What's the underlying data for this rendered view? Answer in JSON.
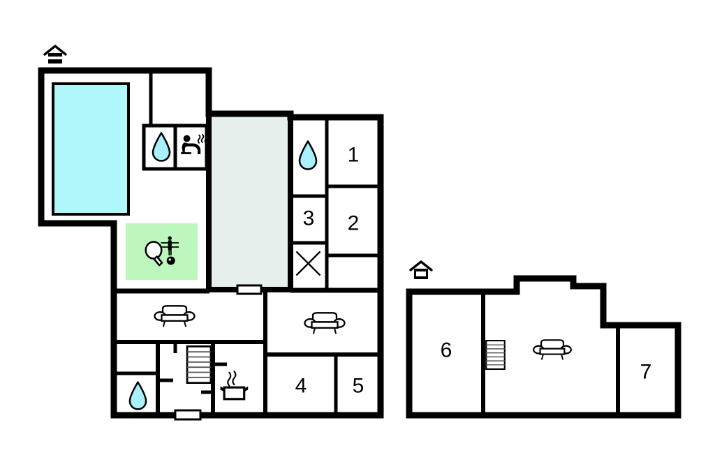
{
  "plan": {
    "title": "Holiday house floor plan",
    "background_color": "#ffffff",
    "wall_color": "#000000",
    "pool_color": "#b0f7fb",
    "conservatory_color": "#e7efed",
    "activity_room_color": "#bef7bd",
    "water_drop_color": "#a8f0fa"
  },
  "buildings": [
    {
      "name": "main-building",
      "level_marker": "house-icon-filled",
      "rooms": [
        {
          "label": "1",
          "name": "bedroom-1"
        },
        {
          "label": "2",
          "name": "bedroom-2"
        },
        {
          "label": "3",
          "name": "bedroom-3"
        },
        {
          "label": "4",
          "name": "bedroom-4"
        },
        {
          "label": "5",
          "name": "bedroom-5"
        }
      ],
      "icons": [
        {
          "name": "swimming-pool",
          "type": "pool-area"
        },
        {
          "name": "bathroom-upper-left",
          "type": "water-drop-icon"
        },
        {
          "name": "sauna",
          "type": "sauna-icon"
        },
        {
          "name": "activity-room",
          "type": "table-tennis-icon"
        },
        {
          "name": "conservatory",
          "type": "glass-terrace-area"
        },
        {
          "name": "bathroom-right",
          "type": "water-drop-icon"
        },
        {
          "name": "storage-room",
          "type": "cross-icon"
        },
        {
          "name": "living-room-left",
          "type": "sofa-icon"
        },
        {
          "name": "living-room-right",
          "type": "sofa-icon"
        },
        {
          "name": "kitchen",
          "type": "cooking-pot-icon"
        },
        {
          "name": "staircase",
          "type": "stairs-icon"
        },
        {
          "name": "bathroom-lower-left",
          "type": "water-drop-icon"
        }
      ]
    },
    {
      "name": "annex-building",
      "level_marker": "house-icon-outline",
      "rooms": [
        {
          "label": "6",
          "name": "bedroom-6"
        },
        {
          "label": "7",
          "name": "bedroom-7"
        }
      ],
      "icons": [
        {
          "name": "annex-staircase",
          "type": "stairs-icon"
        },
        {
          "name": "annex-living-room",
          "type": "sofa-icon"
        }
      ]
    }
  ]
}
